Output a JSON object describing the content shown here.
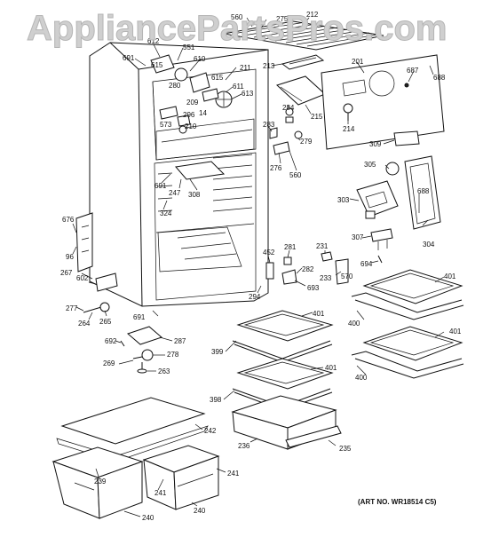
{
  "watermark": "AppliancePartsPros.com",
  "art_number": "(ART NO. WR18514 C5)",
  "callouts": [
    {
      "id": "c560a",
      "text": "560"
    },
    {
      "id": "c275",
      "text": "275"
    },
    {
      "id": "c212",
      "text": "212"
    },
    {
      "id": "c612",
      "text": "612"
    },
    {
      "id": "c551",
      "text": "551"
    },
    {
      "id": "c691a",
      "text": "691"
    },
    {
      "id": "c615a",
      "text": "615"
    },
    {
      "id": "c610",
      "text": "610"
    },
    {
      "id": "c211",
      "text": "211"
    },
    {
      "id": "c213",
      "text": "213"
    },
    {
      "id": "c201",
      "text": "201"
    },
    {
      "id": "c687",
      "text": "687"
    },
    {
      "id": "c688a",
      "text": "688"
    },
    {
      "id": "c615b",
      "text": "615"
    },
    {
      "id": "c611",
      "text": "611"
    },
    {
      "id": "c280",
      "text": "280"
    },
    {
      "id": "c613",
      "text": "613"
    },
    {
      "id": "c209",
      "text": "209"
    },
    {
      "id": "c14",
      "text": "14"
    },
    {
      "id": "c296",
      "text": "296"
    },
    {
      "id": "c573",
      "text": "573"
    },
    {
      "id": "c210",
      "text": "210"
    },
    {
      "id": "c215",
      "text": "215"
    },
    {
      "id": "c284",
      "text": "284"
    },
    {
      "id": "c214",
      "text": "214"
    },
    {
      "id": "c283",
      "text": "283"
    },
    {
      "id": "c279",
      "text": "279"
    },
    {
      "id": "c309",
      "text": "309"
    },
    {
      "id": "c276",
      "text": "276"
    },
    {
      "id": "c560b",
      "text": "560"
    },
    {
      "id": "c305",
      "text": "305"
    },
    {
      "id": "c691b",
      "text": "691"
    },
    {
      "id": "c247",
      "text": "247"
    },
    {
      "id": "c308",
      "text": "308"
    },
    {
      "id": "c688b",
      "text": "688"
    },
    {
      "id": "c324",
      "text": "324"
    },
    {
      "id": "c303",
      "text": "303"
    },
    {
      "id": "c676",
      "text": "676"
    },
    {
      "id": "c96",
      "text": "96"
    },
    {
      "id": "c307",
      "text": "307"
    },
    {
      "id": "c304",
      "text": "304"
    },
    {
      "id": "c281",
      "text": "281"
    },
    {
      "id": "c231",
      "text": "231"
    },
    {
      "id": "c452",
      "text": "452"
    },
    {
      "id": "c694",
      "text": "694"
    },
    {
      "id": "c282",
      "text": "282"
    },
    {
      "id": "c267",
      "text": "267"
    },
    {
      "id": "c602",
      "text": "602"
    },
    {
      "id": "c233",
      "text": "233"
    },
    {
      "id": "c570",
      "text": "570"
    },
    {
      "id": "c693",
      "text": "693"
    },
    {
      "id": "c401a",
      "text": "401"
    },
    {
      "id": "c294",
      "text": "294"
    },
    {
      "id": "c277",
      "text": "277"
    },
    {
      "id": "c265",
      "text": "265"
    },
    {
      "id": "c264",
      "text": "264"
    },
    {
      "id": "c691c",
      "text": "691"
    },
    {
      "id": "c401b",
      "text": "401"
    },
    {
      "id": "c400a",
      "text": "400"
    },
    {
      "id": "c401c",
      "text": "401"
    },
    {
      "id": "c692",
      "text": "692"
    },
    {
      "id": "c287",
      "text": "287"
    },
    {
      "id": "c399",
      "text": "399"
    },
    {
      "id": "c278",
      "text": "278"
    },
    {
      "id": "c269",
      "text": "269"
    },
    {
      "id": "c263",
      "text": "263"
    },
    {
      "id": "c401d",
      "text": "401"
    },
    {
      "id": "c400b",
      "text": "400"
    },
    {
      "id": "c398",
      "text": "398"
    },
    {
      "id": "c242",
      "text": "242"
    },
    {
      "id": "c236",
      "text": "236"
    },
    {
      "id": "c235",
      "text": "235"
    },
    {
      "id": "c239",
      "text": "239"
    },
    {
      "id": "c241a",
      "text": "241"
    },
    {
      "id": "c241b",
      "text": "241"
    },
    {
      "id": "c240a",
      "text": "240"
    },
    {
      "id": "c240b",
      "text": "240"
    }
  ]
}
